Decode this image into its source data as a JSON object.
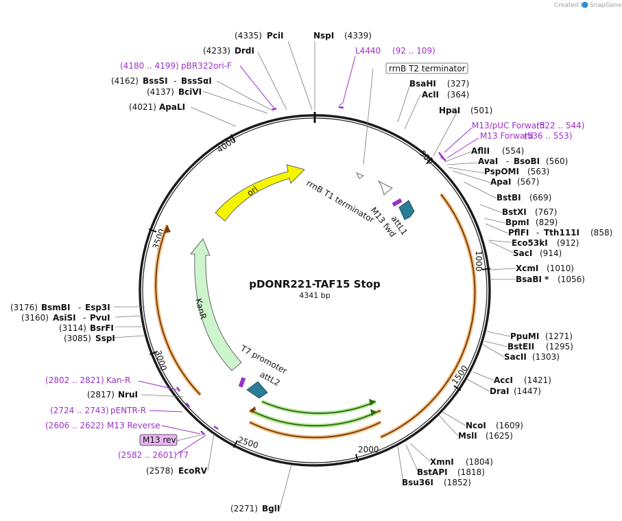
{
  "credit": {
    "prefix": "Created by",
    "brand": "SnapGene"
  },
  "plasmid": {
    "name": "pDONR221-TAF15 Stop",
    "size": "4341 bp",
    "length_bp": 4341
  },
  "colors": {
    "primer": "#9b30c8",
    "ori": "#f5f500",
    "kanr": "#ccf5cc",
    "att": "#2b7c96",
    "orf_outline": "#f5a623",
    "green_outline": "#4fb03a"
  },
  "ticks": [
    {
      "label": "500",
      "bp": 500
    },
    {
      "label": "1000",
      "bp": 1000
    },
    {
      "label": "1500",
      "bp": 1500
    },
    {
      "label": "2000",
      "bp": 2000
    },
    {
      "label": "2500",
      "bp": 2500
    },
    {
      "label": "3000",
      "bp": 3000
    },
    {
      "label": "3500",
      "bp": 3500
    },
    {
      "label": "4000",
      "bp": 4000
    }
  ],
  "sites": {
    "pcil": {
      "name": "PciI",
      "pos": "(4335)"
    },
    "nspi": {
      "name": "NspI",
      "pos": "(4339)"
    },
    "drdi": {
      "name": "DrdI",
      "pos": "(4233)"
    },
    "bsssi": {
      "name": "BssSI",
      "alt": "BssSαI",
      "pos": "(4162)"
    },
    "bcivi": {
      "name": "BciVI",
      "pos": "(4137)"
    },
    "apali": {
      "name": "ApaLI",
      "pos": "(4021)"
    },
    "bsahi": {
      "name": "BsaHI",
      "pos": "(327)"
    },
    "acli": {
      "name": "AclI",
      "pos": "(364)"
    },
    "hpai": {
      "name": "HpaI",
      "pos": "(501)"
    },
    "aflii": {
      "name": "AflII",
      "pos": "(554)"
    },
    "avai": {
      "name": "AvaI",
      "alt": "BsoBI",
      "pos": "(560)"
    },
    "pspomi": {
      "name": "PspOMI",
      "pos": "(563)"
    },
    "apai": {
      "name": "ApaI",
      "pos": "(567)"
    },
    "bstbi": {
      "name": "BstBI",
      "pos": "(669)"
    },
    "bstxi": {
      "name": "BstXI",
      "pos": "(767)"
    },
    "bpmi": {
      "name": "BpmI",
      "pos": "(829)"
    },
    "pflfi": {
      "name": "PflFI",
      "alt": "Tth111I",
      "pos": "(858)"
    },
    "eco53ki": {
      "name": "Eco53kI",
      "pos": "(912)"
    },
    "saci": {
      "name": "SacI",
      "pos": "(914)"
    },
    "xcmi": {
      "name": "XcmI",
      "pos": "(1010)"
    },
    "bsabi": {
      "name": "BsaBI",
      "star": "*",
      "pos": "(1056)"
    },
    "ppumi": {
      "name": "PpuMI",
      "pos": "(1271)"
    },
    "bsteii": {
      "name": "BstEII",
      "pos": "(1295)"
    },
    "sacii": {
      "name": "SacII",
      "pos": "(1303)"
    },
    "acci": {
      "name": "AccI",
      "pos": "(1421)"
    },
    "drai": {
      "name": "DraI",
      "pos": "(1447)"
    },
    "ncoi": {
      "name": "NcoI",
      "pos": "(1609)"
    },
    "msli": {
      "name": "MslI",
      "pos": "(1625)"
    },
    "xmni": {
      "name": "XmnI",
      "pos": "(1804)"
    },
    "bstapi": {
      "name": "BstAPI",
      "pos": "(1818)"
    },
    "bsu36i": {
      "name": "Bsu36I",
      "pos": "(1852)"
    },
    "bgli": {
      "name": "BglI",
      "pos": "(2271)"
    },
    "ecorv": {
      "name": "EcoRV",
      "pos": "(2578)"
    },
    "nrui": {
      "name": "NruI",
      "pos": "(2817)"
    },
    "bsmbi": {
      "name": "BsmBI",
      "alt": "Esp3I",
      "pos": "(3176)"
    },
    "asisi": {
      "name": "AsiSI",
      "alt": "PvuI",
      "pos": "(3160)"
    },
    "bsrfi": {
      "name": "BsrFI",
      "pos": "(3114)"
    },
    "sspi": {
      "name": "SspI",
      "pos": "(3085)"
    }
  },
  "primers": {
    "l4440": {
      "name": "L4440",
      "range": "(92 .. 109)"
    },
    "pbr322": {
      "name": "pBR322ori-F",
      "range": "(4180 .. 4199)"
    },
    "m13puc": {
      "name": "M13/pUC Forward",
      "range": "(522 .. 544)"
    },
    "m13fwd": {
      "name": "M13 Forward",
      "range": "(536 .. 553)"
    },
    "kanr": {
      "name": "Kan-R",
      "range": "(2802 .. 2821)"
    },
    "pentr": {
      "name": "pENTR-R",
      "range": "(2724 .. 2743)"
    },
    "m13rev": {
      "name": "M13 Reverse",
      "range": "(2606 .. 2622)"
    },
    "t7": {
      "name": "T7",
      "range": "(2582 .. 2601)"
    }
  },
  "features": {
    "rrnb_t2": "rrnB T2 terminator",
    "rrnb_t1": "rrnB T1 terminator",
    "m13_fwd": "M13 fwd",
    "attl1": "attL1",
    "ori": "ori",
    "kanr": "KanR",
    "t7_promoter": "T7 promoter",
    "attl2": "attL2",
    "m13_rev": "M13 rev"
  }
}
